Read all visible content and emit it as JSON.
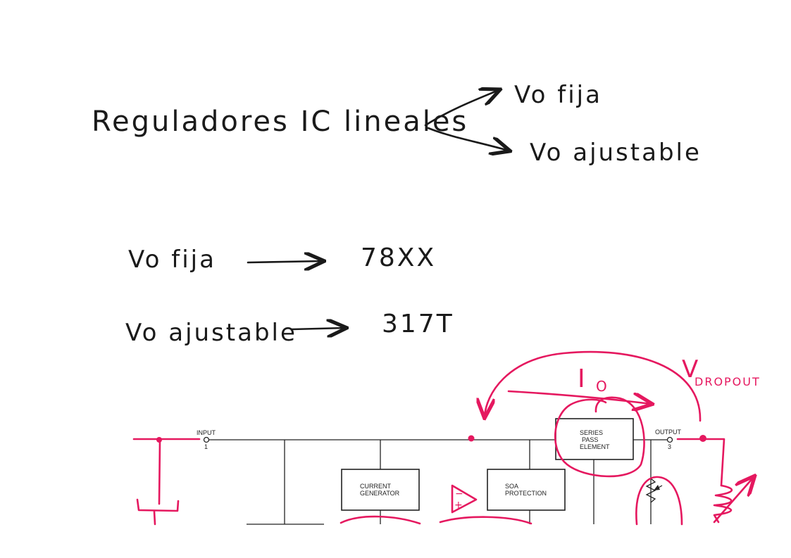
{
  "notes": {
    "title": "Reguladores IC lineales",
    "branch_fixed": "Vo fija",
    "branch_adjustable": "Vo ajustable",
    "row1_label": "Vo fija",
    "row1_value": "78XX",
    "row2_label": "Vo ajustable",
    "row2_value": "317T"
  },
  "schematic": {
    "input_label": "INPUT",
    "input_pin": "1",
    "output_label": "OUTPUT",
    "output_pin": "3",
    "series_pass": [
      "SERIES",
      "PASS",
      "ELEMENT"
    ],
    "current_generator": [
      "CURRENT",
      "GENERATOR"
    ],
    "soa_protection": [
      "SOA",
      "PROTECTION"
    ]
  },
  "annotations": {
    "io_label": "I",
    "io_sub": "O",
    "vdropout_main": "V",
    "vdropout_sub": "DROPOUT",
    "opamp_minus": "−",
    "opamp_plus": "+"
  },
  "colors": {
    "ink": "#1a1a1a",
    "annotation": "#e5185f"
  }
}
